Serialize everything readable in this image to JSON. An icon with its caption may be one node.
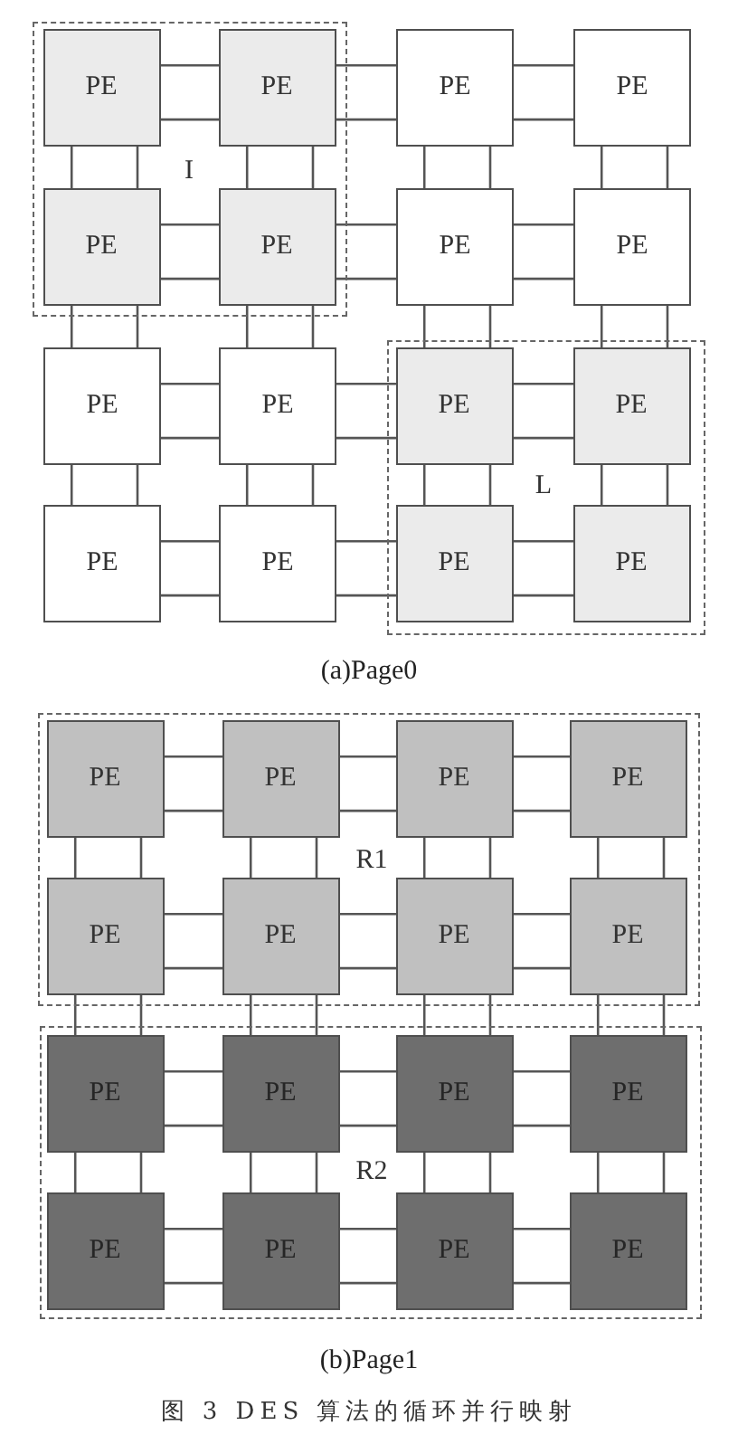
{
  "diagram": {
    "caption": "图 3 DES 算法的循环并行映射",
    "nodes": [
      {
        "text": [
          "I"
        ]
      },
      {
        "text": [
          "PE"
        ],
        "in": 0
      },
      {
        "text": [
          "PE"
        ],
        "in": 0
      },
      {
        "text": [
          "PE"
        ]
      },
      {
        "text": [
          "PE"
        ]
      },
      {
        "text": [
          "PE"
        ],
        "in": 0
      },
      {
        "text": [
          "PE"
        ],
        "in": 0
      },
      {
        "text": [
          "PE"
        ]
      },
      {
        "text": [
          "PE"
        ]
      },
      {
        "text": [
          "PE"
        ]
      },
      {
        "text": [
          "PE"
        ]
      },
      {
        "text": [
          "L"
        ]
      },
      {
        "text": [
          "PE"
        ],
        "in": 11
      },
      {
        "text": [
          "PE"
        ],
        "in": 11
      },
      {
        "text": [
          "PE"
        ]
      },
      {
        "text": [
          "PE"
        ]
      },
      {
        "text": [
          "PE"
        ],
        "in": 11
      },
      {
        "text": [
          "PE"
        ],
        "in": 11
      },
      {
        "text": [
          "R1"
        ]
      },
      {
        "text": [
          "PE"
        ],
        "in": 18
      },
      {
        "text": [
          "PE"
        ],
        "in": 18
      },
      {
        "text": [
          "PE"
        ],
        "in": 18
      },
      {
        "text": [
          "PE"
        ],
        "in": 18
      },
      {
        "text": [
          "PE"
        ],
        "in": 18
      },
      {
        "text": [
          "PE"
        ],
        "in": 18
      },
      {
        "text": [
          "PE"
        ],
        "in": 18
      },
      {
        "text": [
          "PE"
        ],
        "in": 18
      },
      {
        "text": [
          "R2"
        ]
      },
      {
        "text": [
          "PE"
        ],
        "in": 27
      },
      {
        "text": [
          "PE"
        ],
        "in": 27
      },
      {
        "text": [
          "PE"
        ],
        "in": 27
      },
      {
        "text": [
          "PE"
        ],
        "in": 27
      },
      {
        "text": [
          "PE"
        ],
        "in": 27
      },
      {
        "text": [
          "PE"
        ],
        "in": 27
      },
      {
        "text": [
          "PE"
        ],
        "in": 27
      },
      {
        "text": [
          "PE"
        ],
        "in": 27
      }
    ],
    "edges": [
      {
        "from": 1,
        "to": 2,
        "arrow": "none"
      },
      {
        "from": 1,
        "to": 2,
        "arrow": "none"
      },
      {
        "from": 2,
        "to": 3,
        "arrow": "none"
      },
      {
        "from": 2,
        "to": 3,
        "arrow": "none"
      },
      {
        "from": 3,
        "to": 4,
        "arrow": "none"
      },
      {
        "from": 3,
        "to": 4,
        "arrow": "none"
      },
      {
        "from": 1,
        "to": 5,
        "arrow": "none"
      },
      {
        "from": 1,
        "to": 5,
        "arrow": "none"
      },
      {
        "from": 2,
        "to": 6,
        "arrow": "none"
      },
      {
        "from": 2,
        "to": 6,
        "arrow": "none"
      },
      {
        "from": 3,
        "to": 7,
        "arrow": "none"
      },
      {
        "from": 3,
        "to": 7,
        "arrow": "none"
      },
      {
        "from": 4,
        "to": 8,
        "arrow": "none"
      },
      {
        "from": 4,
        "to": 8,
        "arrow": "none"
      },
      {
        "from": 5,
        "to": 6,
        "arrow": "none"
      },
      {
        "from": 5,
        "to": 6,
        "arrow": "none"
      },
      {
        "from": 6,
        "to": 7,
        "arrow": "none"
      },
      {
        "from": 6,
        "to": 7,
        "arrow": "none"
      },
      {
        "from": 7,
        "to": 8,
        "arrow": "none"
      },
      {
        "from": 7,
        "to": 8,
        "arrow": "none"
      },
      {
        "from": 5,
        "to": 9,
        "arrow": "none"
      },
      {
        "from": 5,
        "to": 9,
        "arrow": "none"
      },
      {
        "from": 6,
        "to": 10,
        "arrow": "none"
      },
      {
        "from": 6,
        "to": 10,
        "arrow": "none"
      },
      {
        "from": 7,
        "to": 12,
        "arrow": "none"
      },
      {
        "from": 7,
        "to": 12,
        "arrow": "none"
      },
      {
        "from": 8,
        "to": 13,
        "arrow": "none"
      },
      {
        "from": 8,
        "to": 13,
        "arrow": "none"
      },
      {
        "from": 9,
        "to": 10,
        "arrow": "none"
      },
      {
        "from": 9,
        "to": 10,
        "arrow": "none"
      },
      {
        "from": 10,
        "to": 12,
        "arrow": "none"
      },
      {
        "from": 10,
        "to": 12,
        "arrow": "none"
      },
      {
        "from": 12,
        "to": 13,
        "arrow": "none"
      },
      {
        "from": 12,
        "to": 13,
        "arrow": "none"
      },
      {
        "from": 9,
        "to": 14,
        "arrow": "none"
      },
      {
        "from": 9,
        "to": 14,
        "arrow": "none"
      },
      {
        "from": 10,
        "to": 15,
        "arrow": "none"
      },
      {
        "from": 10,
        "to": 15,
        "arrow": "none"
      },
      {
        "from": 12,
        "to": 16,
        "arrow": "none"
      },
      {
        "from": 12,
        "to": 16,
        "arrow": "none"
      },
      {
        "from": 13,
        "to": 17,
        "arrow": "none"
      },
      {
        "from": 13,
        "to": 17,
        "arrow": "none"
      },
      {
        "from": 14,
        "to": 15,
        "arrow": "none"
      },
      {
        "from": 14,
        "to": 15,
        "arrow": "none"
      },
      {
        "from": 15,
        "to": 16,
        "arrow": "none"
      },
      {
        "from": 15,
        "to": 16,
        "arrow": "none"
      },
      {
        "from": 16,
        "to": 17,
        "arrow": "none"
      },
      {
        "from": 16,
        "to": 17,
        "arrow": "none"
      },
      {
        "from": 19,
        "to": 20,
        "arrow": "none"
      },
      {
        "from": 19,
        "to": 20,
        "arrow": "none"
      },
      {
        "from": 20,
        "to": 21,
        "arrow": "none"
      },
      {
        "from": 20,
        "to": 21,
        "arrow": "none"
      },
      {
        "from": 21,
        "to": 22,
        "arrow": "none"
      },
      {
        "from": 21,
        "to": 22,
        "arrow": "none"
      },
      {
        "from": 19,
        "to": 23,
        "arrow": "none"
      },
      {
        "from": 19,
        "to": 23,
        "arrow": "none"
      },
      {
        "from": 20,
        "to": 24,
        "arrow": "none"
      },
      {
        "from": 20,
        "to": 24,
        "arrow": "none"
      },
      {
        "from": 21,
        "to": 25,
        "arrow": "none"
      },
      {
        "from": 21,
        "to": 25,
        "arrow": "none"
      },
      {
        "from": 22,
        "to": 26,
        "arrow": "none"
      },
      {
        "from": 22,
        "to": 26,
        "arrow": "none"
      },
      {
        "from": 23,
        "to": 24,
        "arrow": "none"
      },
      {
        "from": 23,
        "to": 24,
        "arrow": "none"
      },
      {
        "from": 24,
        "to": 25,
        "arrow": "none"
      },
      {
        "from": 24,
        "to": 25,
        "arrow": "none"
      },
      {
        "from": 25,
        "to": 26,
        "arrow": "none"
      },
      {
        "from": 25,
        "to": 26,
        "arrow": "none"
      },
      {
        "from": 23,
        "to": 28,
        "arrow": "none"
      },
      {
        "from": 23,
        "to": 28,
        "arrow": "none"
      },
      {
        "from": 24,
        "to": 29,
        "arrow": "none"
      },
      {
        "from": 24,
        "to": 29,
        "arrow": "none"
      },
      {
        "from": 25,
        "to": 30,
        "arrow": "none"
      },
      {
        "from": 25,
        "to": 30,
        "arrow": "none"
      },
      {
        "from": 26,
        "to": 31,
        "arrow": "none"
      },
      {
        "from": 26,
        "to": 31,
        "arrow": "none"
      },
      {
        "from": 28,
        "to": 29,
        "arrow": "none"
      },
      {
        "from": 28,
        "to": 29,
        "arrow": "none"
      },
      {
        "from": 29,
        "to": 30,
        "arrow": "none"
      },
      {
        "from": 29,
        "to": 30,
        "arrow": "none"
      },
      {
        "from": 30,
        "to": 31,
        "arrow": "none"
      },
      {
        "from": 30,
        "to": 31,
        "arrow": "none"
      },
      {
        "from": 28,
        "to": 32,
        "arrow": "none"
      },
      {
        "from": 28,
        "to": 32,
        "arrow": "none"
      },
      {
        "from": 29,
        "to": 33,
        "arrow": "none"
      },
      {
        "from": 29,
        "to": 33,
        "arrow": "none"
      },
      {
        "from": 30,
        "to": 34,
        "arrow": "none"
      },
      {
        "from": 30,
        "to": 34,
        "arrow": "none"
      },
      {
        "from": 31,
        "to": 35,
        "arrow": "none"
      },
      {
        "from": 31,
        "to": 35,
        "arrow": "none"
      },
      {
        "from": 32,
        "to": 33,
        "arrow": "none"
      },
      {
        "from": 32,
        "to": 33,
        "arrow": "none"
      },
      {
        "from": 33,
        "to": 34,
        "arrow": "none"
      },
      {
        "from": 33,
        "to": 34,
        "arrow": "none"
      },
      {
        "from": 34,
        "to": 35,
        "arrow": "none"
      },
      {
        "from": 34,
        "to": 35,
        "arrow": "none"
      }
    ],
    "labels": [
      "(a)Page0",
      "(b)Page1"
    ]
  }
}
